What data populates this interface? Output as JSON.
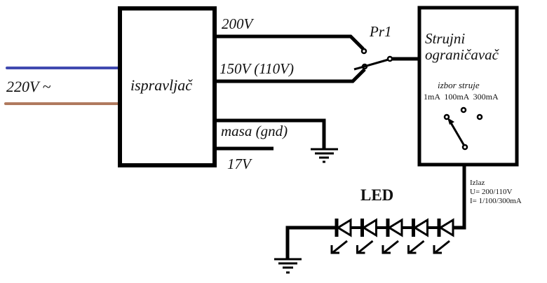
{
  "diagram": {
    "input": {
      "label": "220V ~",
      "wire_colors": {
        "phase": "#4049b0",
        "neutral": "#b07a5e"
      }
    },
    "rectifier": {
      "label": "ispravljač"
    },
    "outputs": {
      "v200": "200V",
      "v150": "150V (110V)",
      "ground": "masa (gnd)",
      "v17": "17V"
    },
    "switch": {
      "label": "Pr1"
    },
    "limiter": {
      "title_line1": "Strujni",
      "title_line2": "ograničavač",
      "selector_label": "izbor struje",
      "options_text": "1mA  100mA  300mA",
      "options": [
        "1mA",
        "100mA",
        "300mA"
      ],
      "selected": "1mA"
    },
    "output_info": {
      "line1": "Izlaz",
      "line2": "U= 200/110V",
      "line3": "I= 1/100/300mA"
    },
    "led": {
      "label": "LED",
      "count": 5
    },
    "colors": {
      "stroke": "#000000",
      "text": "#111111",
      "background": "#ffffff"
    }
  }
}
